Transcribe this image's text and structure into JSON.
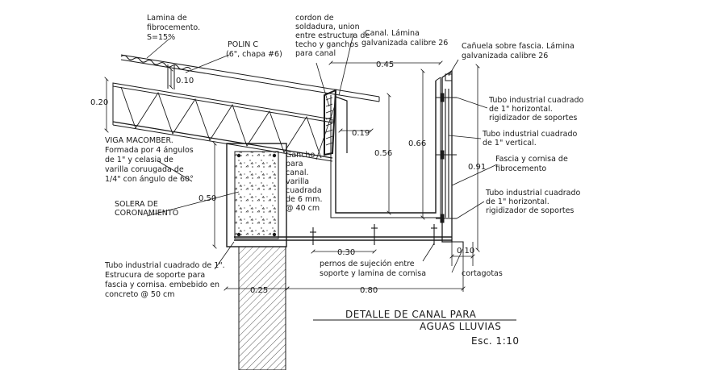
{
  "labels": {
    "lamina_fibro": [
      "Lamina de",
      "fibrocemento.",
      "S=15%"
    ],
    "polin": [
      "POLIN C",
      "(6\", chapa #6)"
    ],
    "cordon": [
      "cordon de",
      "soldadura, union",
      "entre estructura de",
      "techo y ganchos",
      "para canal"
    ],
    "canal_lamina": [
      "Canal. Lámina",
      "galvanizada calibre 26"
    ],
    "canuela": [
      "Cañuela sobre fascia. Lámina",
      "galvanizada calibre 26"
    ],
    "tubo_horiz_1": [
      "Tubo industrial cuadrado",
      "de 1\" horizontal.",
      "rigidizador de soportes"
    ],
    "tubo_vert": [
      "Tubo industrial cuadrado",
      "de 1\" vertical."
    ],
    "fascia": [
      "Fascia y cornisa de",
      "fibrocemento"
    ],
    "tubo_horiz_2": [
      "Tubo industrial cuadrado",
      "de 1\" horizontal.",
      "rigidizador de soportes"
    ],
    "viga": [
      "VIGA MACOMBER.",
      "Formada por 4 ángulos",
      "de 1\" y celasia de",
      "varilla coruugada de",
      "1/4\" con ángulo de 60°"
    ],
    "gancho": [
      "Gancho",
      "para",
      "canal.",
      "varilla",
      "cuadrada",
      "de 6 mm.",
      "@ 40 cm"
    ],
    "solera": [
      "SOLERA DE",
      "CORONAMIENTO"
    ],
    "tubo_soporte": [
      "Tubo industrial cuadrado de 1\".",
      "Estrucura de soporte para",
      "fascia y cornisa. embebido en",
      "concreto @ 50 cm"
    ],
    "pernos": [
      "pernos de sujeción entre",
      "soporte y lamina de cornisa"
    ],
    "cortagotas": "cortagotas"
  },
  "dimensions": {
    "d_020": "0.20",
    "d_010_top": "0.10",
    "d_045": "0.45",
    "d_019": "0.19",
    "d_056": "0.56",
    "d_066": "0.66",
    "d_091": "0.91",
    "d_050": "0.50",
    "d_030": "0.30",
    "d_010_bot": "0.10",
    "d_025": "0.25",
    "d_080": "0.80"
  },
  "title": {
    "line1": "DETALLE DE CANAL PARA",
    "line2": "AGUAS LLUVIAS",
    "scale": "Esc.  1:10"
  }
}
